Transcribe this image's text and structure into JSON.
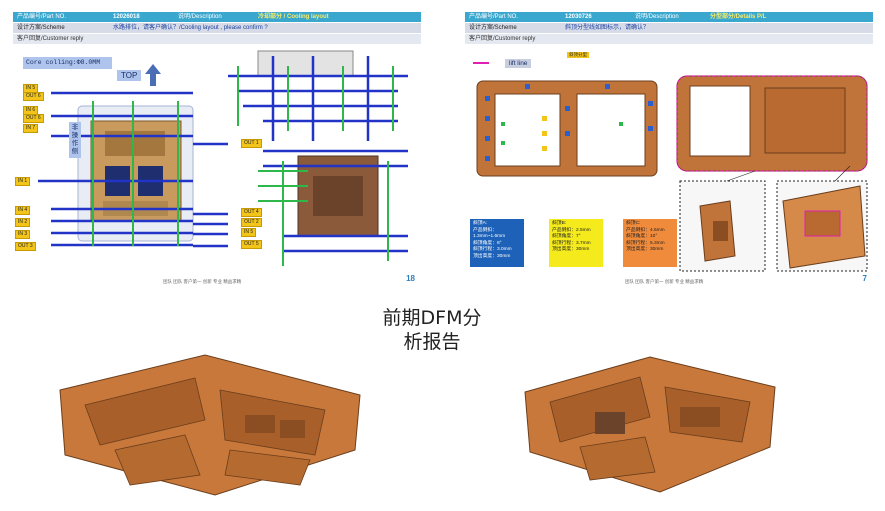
{
  "left_slide": {
    "header": {
      "part_no_label": "产品编号/Part NO.",
      "part_no_value": "12026018",
      "desc_label": "说明/Description",
      "desc_value": "冷却部分 / Cooling layout",
      "scheme_label": "设计方案/Scheme",
      "scheme_value": "水路排位，请客户确认？/Cooling layout , please confirm ?",
      "reply_label": "客户回复/Customer reply"
    },
    "core_label": "Core colling:Φ8.0MM",
    "top_label": "TOP",
    "vertical_note": "非操作侧",
    "inlets": [
      "IN 5",
      "OUT 6",
      "IN 6",
      "OUT 6",
      "IN 7",
      "IN 1",
      "IN 4",
      "IN 2",
      "IN 3",
      "OUT 3"
    ],
    "right_labels": [
      "OUT 1",
      "OUT 4",
      "OUT 2",
      "IN 5",
      "OUT 5"
    ],
    "footer": "团队 团队 客户第一 创新 专业 精益求精",
    "page_number": "18"
  },
  "right_slide": {
    "header": {
      "part_no_label": "产品编号/Part NO.",
      "part_no_value": "12030726",
      "desc_label": "说明/Description",
      "desc_value": "分型部分/Details P/L",
      "scheme_label": "设计方案/Scheme",
      "scheme_value": "斜顶分型线如图标示，请确认？",
      "reply_label": "客户回复/Customer reply"
    },
    "lift_line_label": "lift line",
    "annot_label": "斜顶分型",
    "info_a": [
      "斜顶A:",
      "产品倒扣：1.3mm~1.6mm",
      "斜顶角度：8°",
      "斜顶行程：3.0mm",
      "顶出高度：30mm"
    ],
    "info_b": [
      "斜顶B:",
      "产品倒扣：2.5mm",
      "斜顶角度：7°",
      "斜顶行程：3.7mm",
      "顶出高度：30mm"
    ],
    "info_c": [
      "斜顶C:",
      "产品倒扣：4.6mm",
      "斜顶角度：10°",
      "斜顶行程：5.3mm",
      "顶出高度：30mm"
    ],
    "footer": "团队 团队 客户第一 创新 专业 精益求精",
    "page_number": "7"
  },
  "title": {
    "line1": "前期DFM分",
    "line2": "析报告"
  },
  "colors": {
    "header_blue": "#3aa7cf",
    "part_orange": "#c17a3a",
    "cooling_blue": "#2234c8",
    "cooling_green": "#2fb84a"
  }
}
